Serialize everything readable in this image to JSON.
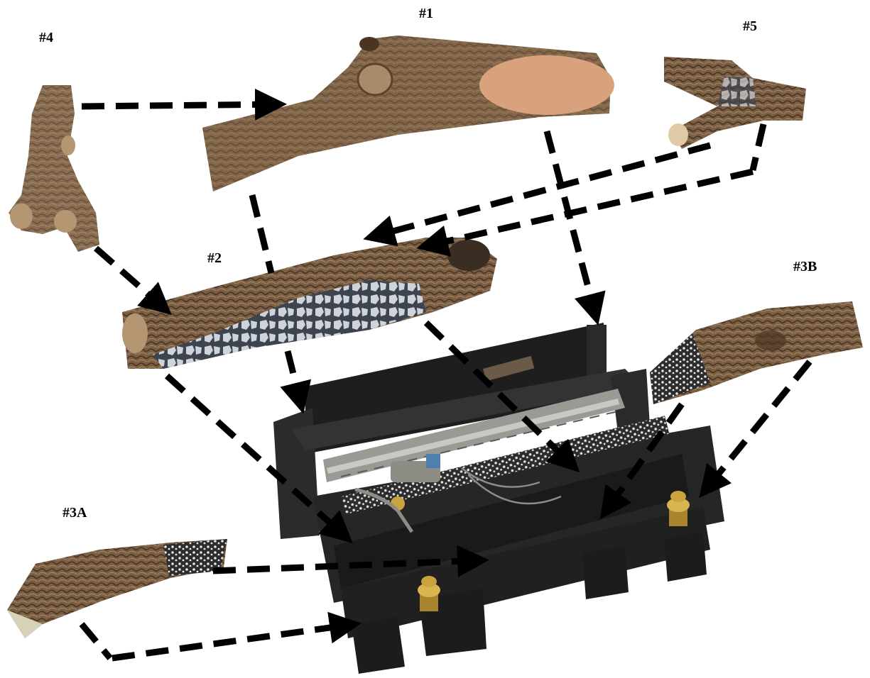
{
  "labels": {
    "log1": "#1",
    "log2": "#2",
    "log3a": "#3A",
    "log3b": "#3B",
    "log4": "#4",
    "log5": "#5"
  },
  "colors": {
    "bark_dark": "#5b4330",
    "bark_mid": "#7a5f45",
    "bark_light": "#a88b68",
    "cut_end": "#d8a27c",
    "char": "#3d4450",
    "ember": "#cfd4da",
    "grate_black": "#1e1e1e",
    "grate_mid": "#3a3a3a",
    "burner_pipe": "#9a9a95",
    "brass": "#c9a43c",
    "arrow": "#000000"
  }
}
